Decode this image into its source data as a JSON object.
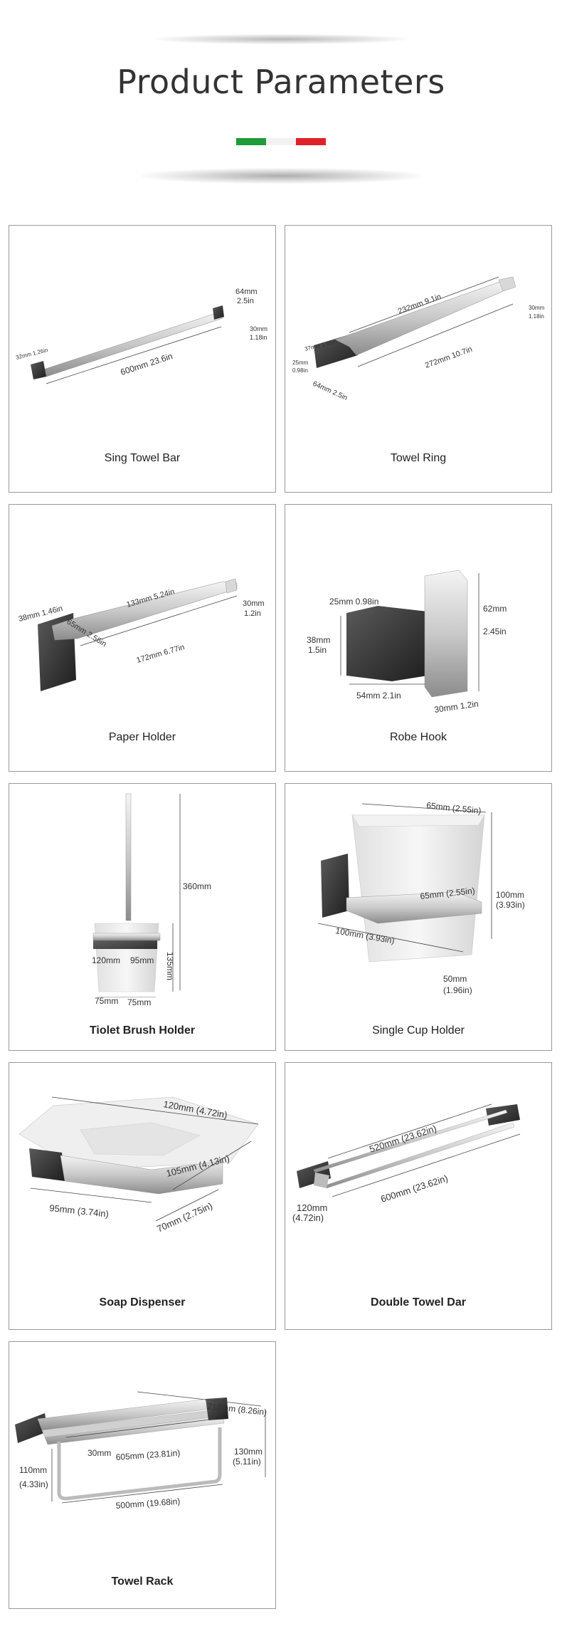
{
  "header": {
    "title": "Product Parameters"
  },
  "products": [
    {
      "name": "Sing Towel Bar",
      "dims": {
        "a": "64mm",
        "b": "2.5in",
        "c": "30mm",
        "d": "1.18in",
        "e": "32mm 1.26in",
        "f": "600mm 23.6in"
      }
    },
    {
      "name": "Towel Ring",
      "dims": {
        "a": "232mm 9.1in",
        "b": "30mm",
        "c": "1.18in",
        "d": "37mm 1.46in",
        "e": "25mm",
        "f": "0.98in",
        "g": "272mm 10.7in",
        "h": "64mm 2.5in"
      }
    },
    {
      "name": "Paper Holder",
      "dims": {
        "a": "38mm 1.46in",
        "b": "65mm 2.56in",
        "c": "133mm 5.24in",
        "d": "30mm",
        "e": "1.2in",
        "f": "172mm 6.77in"
      }
    },
    {
      "name": "Robe Hook",
      "dims": {
        "a": "25mm 0.98in",
        "b": "62mm",
        "c": "2.45in",
        "d": "38mm",
        "e": "1.5in",
        "f": "54mm 2.1in",
        "g": "30mm 1.2in"
      }
    },
    {
      "name": "Tiolet Brush Holder",
      "dims": {
        "a": "360mm",
        "b": "120mm",
        "c": "95mm",
        "d": "135mm",
        "e": "75mm",
        "f": "75mm"
      }
    },
    {
      "name": "Single Cup Holder",
      "dims": {
        "a": "65mm (2.55in)",
        "b": "65mm (2.55in)",
        "c": "100mm",
        "d": "(3.93in)",
        "e": "100mm (3.93in)",
        "f": "50mm",
        "g": "(1.96in)"
      }
    },
    {
      "name": "Soap Dispenser",
      "dims": {
        "a": "120mm (4.72in)",
        "b": "105mm (4.13in)",
        "c": "95mm (3.74in)",
        "d": "70mm (2.75in)"
      }
    },
    {
      "name": "Double Towel Dar",
      "dims": {
        "a": "520mm (23.62in)",
        "b": "600mm (23.62in)",
        "c": "120mm",
        "d": "(4.72in)"
      }
    },
    {
      "name": "Towel Rack",
      "dims": {
        "a": "210mm (8.26in)",
        "b": "30mm",
        "c": "605mm (23.81in)",
        "d": "130mm",
        "e": "(5.11in)",
        "f": "110mm",
        "g": "(4.33in)",
        "h": "500mm (19.68in)"
      }
    }
  ]
}
